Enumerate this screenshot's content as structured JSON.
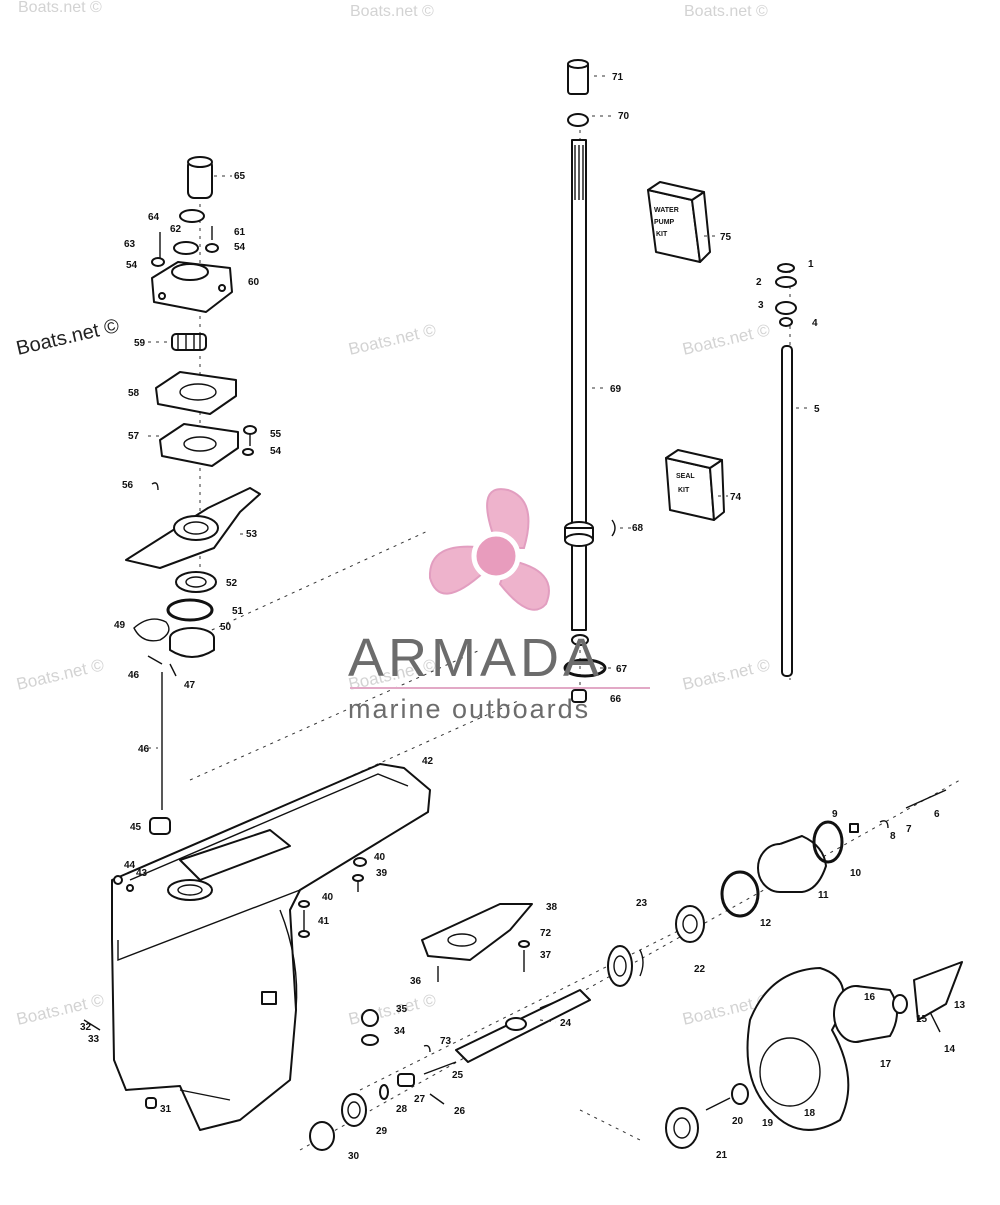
{
  "watermark": {
    "text": "Boats.net ©"
  },
  "logo": {
    "brand": "ARMADA",
    "tagline": "marine outboards",
    "colors": {
      "propeller": "#eeb3cc",
      "hub": "#e89cbd",
      "text": "#6c6c6c",
      "rule": "#e2a9c6"
    }
  },
  "kits": {
    "water_pump": [
      "WATER",
      "PUMP",
      "KIT"
    ],
    "seal": [
      "SEAL",
      "KIT"
    ]
  },
  "callouts": {
    "c1": "1",
    "c2": "2",
    "c3": "3",
    "c4": "4",
    "c5": "5",
    "c6": "6",
    "c7": "7",
    "c8": "8",
    "c9": "9",
    "c10": "10",
    "c11": "11",
    "c12": "12",
    "c13": "13",
    "c14": "14",
    "c15": "15",
    "c16": "16",
    "c17": "17",
    "c18": "18",
    "c19": "19",
    "c20": "20",
    "c21": "21",
    "c22": "22",
    "c23": "23",
    "c24": "24",
    "c25": "25",
    "c26": "26",
    "c27": "27",
    "c28": "28",
    "c29": "29",
    "c30": "30",
    "c31": "31",
    "c32": "32",
    "c33": "33",
    "c34": "34",
    "c35": "35",
    "c36": "36",
    "c37": "37",
    "c38": "38",
    "c39": "39",
    "c40a": "40",
    "c40b": "40",
    "c41": "41",
    "c42": "42",
    "c43": "43",
    "c44": "44",
    "c45": "45",
    "c46a": "46",
    "c46b": "46",
    "c47": "47",
    "c49": "49",
    "c50": "50",
    "c51": "51",
    "c52": "52",
    "c53": "53",
    "c54a": "54",
    "c54b": "54",
    "c54c": "54",
    "c55": "55",
    "c56": "56",
    "c57": "57",
    "c58": "58",
    "c59": "59",
    "c60": "60",
    "c61": "61",
    "c62": "62",
    "c63": "63",
    "c64": "64",
    "c65": "65",
    "c66": "66",
    "c67": "67",
    "c68": "68",
    "c69": "69",
    "c70": "70",
    "c71": "71",
    "c72": "72",
    "c73": "73",
    "c74": "74",
    "c75": "75"
  }
}
